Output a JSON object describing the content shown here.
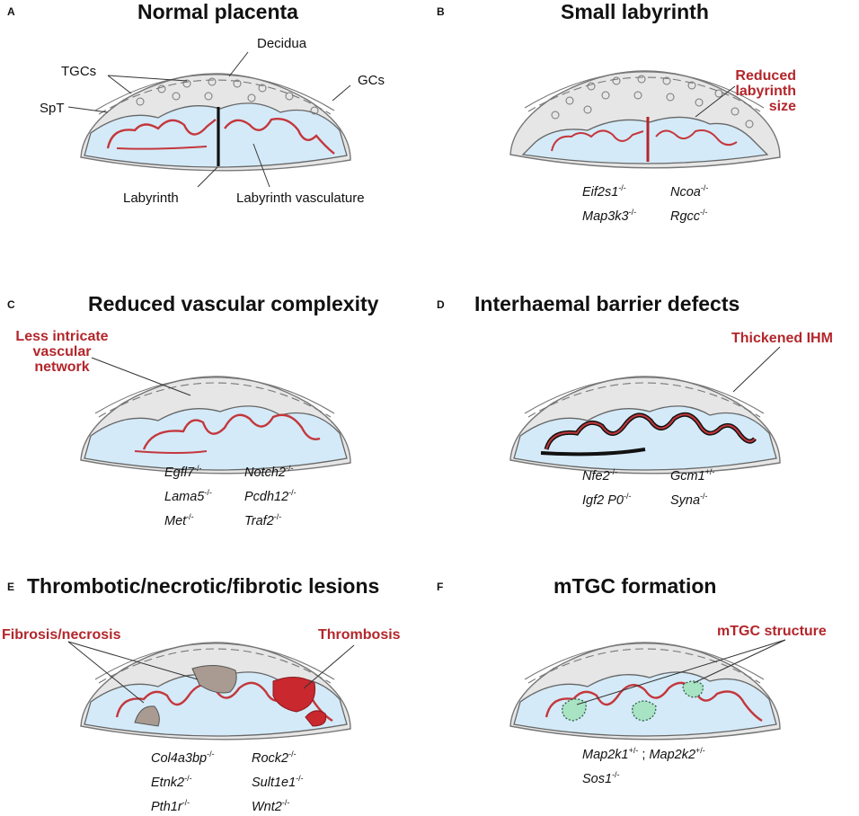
{
  "panels": [
    {
      "letter": "A",
      "title": "Normal placenta",
      "labels": {
        "decidua": "Decidua",
        "tgcs": "TGCs",
        "gcs": "GCs",
        "spt": "SpT",
        "labyrinth": "Labyrinth",
        "vasculature": "Labyrinth vasculature"
      }
    },
    {
      "letter": "B",
      "title": "Small labyrinth",
      "callout": [
        "Reduced",
        "labyrinth",
        "size"
      ],
      "genes": [
        {
          "name": "Eif2s1",
          "sup": "-/-"
        },
        {
          "name": "Ncoa",
          "sup": "-/-"
        },
        {
          "name": "Map3k3",
          "sup": "-/-"
        },
        {
          "name": "Rgcc",
          "sup": "-/-"
        }
      ]
    },
    {
      "letter": "C",
      "title": "Reduced vascular complexity",
      "callout": [
        "Less intricate",
        "vascular",
        "network"
      ],
      "genes": [
        {
          "name": "Egfl7",
          "sup": "-/-"
        },
        {
          "name": "Notch2",
          "sup": "-/-"
        },
        {
          "name": "Lama5",
          "sup": "-/-"
        },
        {
          "name": "Pcdh12",
          "sup": "-/-"
        },
        {
          "name": "Met",
          "sup": "-/-"
        },
        {
          "name": "Traf2",
          "sup": "-/-"
        }
      ]
    },
    {
      "letter": "D",
      "title": "Interhaemal barrier defects",
      "callout": [
        "Thickened IHM"
      ],
      "genes": [
        {
          "name": "Nfe2",
          "sup": "-/-"
        },
        {
          "name": "Gcm1",
          "sup": "+/-"
        },
        {
          "name": "Igf2 P0",
          "sup": "-/-"
        },
        {
          "name": "Syna",
          "sup": "-/-"
        }
      ]
    },
    {
      "letter": "E",
      "title": "Thrombotic/necrotic/fibrotic lesions",
      "callout_left": "Fibrosis/necrosis",
      "callout_right": "Thrombosis",
      "genes": [
        {
          "name": "Col4a3bp",
          "sup": "-/-"
        },
        {
          "name": "Rock2",
          "sup": "-/-"
        },
        {
          "name": "Etnk2",
          "sup": "-/-"
        },
        {
          "name": "Sult1e1",
          "sup": "-/-"
        },
        {
          "name": "Pth1r",
          "sup": "-/-"
        },
        {
          "name": "Wnt2",
          "sup": "-/-"
        }
      ]
    },
    {
      "letter": "F",
      "title": "mTGC formation",
      "callout": [
        "mTGC structure"
      ],
      "genes": [
        {
          "name": "Map2k1",
          "sup": "+/-"
        },
        {
          "name": "sep",
          "sup": ""
        },
        {
          "name": "Map2k2",
          "sup": "+/-"
        },
        {
          "name": "Sos1",
          "sup": "-/-"
        }
      ],
      "separator": ";"
    }
  ],
  "colors": {
    "decidua": "#e6e6e6",
    "labyrinth": "#d4eaf8",
    "vessel": "#c4373c",
    "lesion_red": "#c8282e",
    "fibrosis": "#a99b91",
    "mtgc": "#a8e3c4",
    "callout": "#b3262b"
  }
}
